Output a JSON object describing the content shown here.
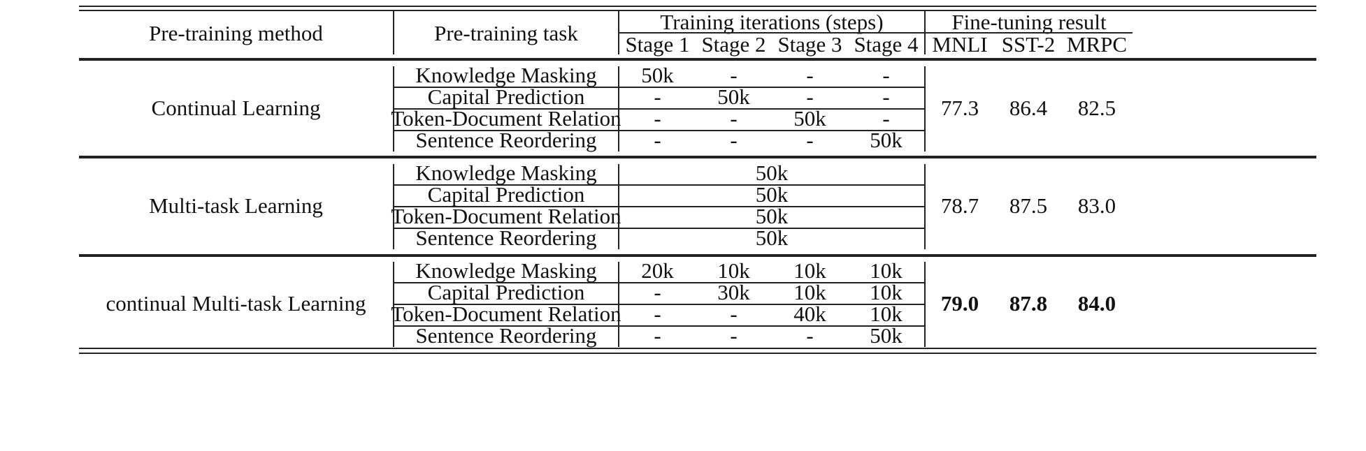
{
  "header": {
    "method_label": "Pre-training method",
    "task_label": "Pre-training task",
    "training_label": "Training iterations (steps)",
    "stages": [
      "Stage 1",
      "Stage 2",
      "Stage 3",
      "Stage 4"
    ],
    "finetune_label": "Fine-tuning result",
    "metrics": [
      "MNLI",
      "SST-2",
      "MRPC"
    ]
  },
  "groups": [
    {
      "method": "Continual Learning",
      "tasks": [
        {
          "name": "Knowledge Masking",
          "steps": [
            "50k",
            "-",
            "-",
            "-"
          ]
        },
        {
          "name": "Capital Prediction",
          "steps": [
            "-",
            "50k",
            "-",
            "-"
          ]
        },
        {
          "name": "Token-Document Relation",
          "steps": [
            "-",
            "-",
            "50k",
            "-"
          ]
        },
        {
          "name": "Sentence Reordering",
          "steps": [
            "-",
            "-",
            "-",
            "50k"
          ]
        }
      ],
      "results": [
        "77.3",
        "86.4",
        "82.5"
      ],
      "bold": false
    },
    {
      "method": "Multi-task Learning",
      "tasks": [
        {
          "name": "Knowledge Masking",
          "all": "50k"
        },
        {
          "name": "Capital Prediction",
          "all": "50k"
        },
        {
          "name": "Token-Document Relation",
          "all": "50k"
        },
        {
          "name": "Sentence Reordering",
          "all": "50k"
        }
      ],
      "results": [
        "78.7",
        "87.5",
        "83.0"
      ],
      "bold": false
    },
    {
      "method": "continual Multi-task Learning",
      "tasks": [
        {
          "name": "Knowledge Masking",
          "steps": [
            "20k",
            "10k",
            "10k",
            "10k"
          ]
        },
        {
          "name": "Capital Prediction",
          "steps": [
            "-",
            "30k",
            "10k",
            "10k"
          ]
        },
        {
          "name": "Token-Document Relation",
          "steps": [
            "-",
            "-",
            "40k",
            "10k"
          ]
        },
        {
          "name": "Sentence Reordering",
          "steps": [
            "-",
            "-",
            "-",
            "50k"
          ]
        }
      ],
      "results": [
        "79.0",
        "87.8",
        "84.0"
      ],
      "bold": true
    }
  ]
}
